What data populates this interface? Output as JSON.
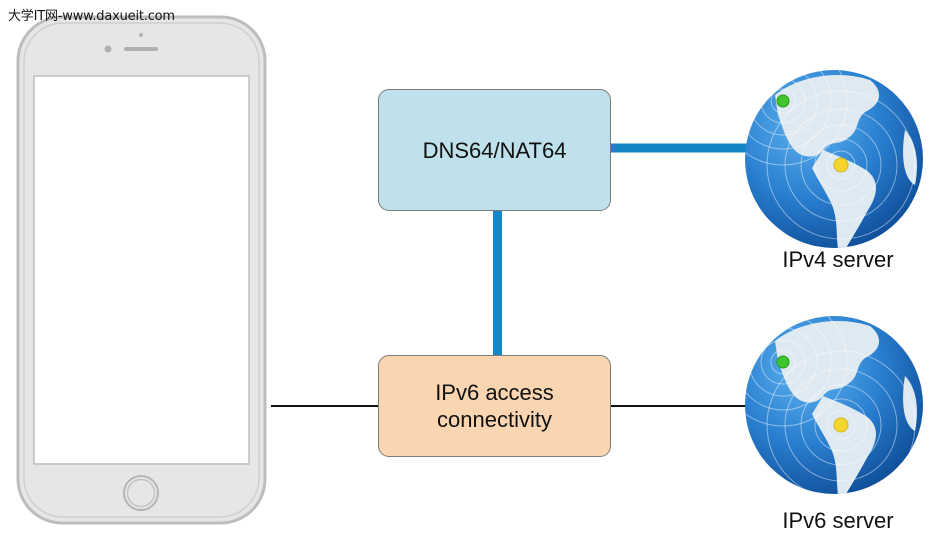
{
  "watermark": "大学IT网-www.daxueit.com",
  "diagram": {
    "device": "iPhone",
    "nodes": {
      "dns64_nat64": "DNS64/NAT64",
      "ipv6_access": "IPv6 access connectivity",
      "ipv6_access_line1": "IPv6 access",
      "ipv6_access_line2": "connectivity",
      "ipv4_server": "IPv4 server",
      "ipv6_server": "IPv6 server"
    },
    "edges": [
      {
        "from": "iPhone",
        "to": "IPv6 access connectivity",
        "style": "thin-black"
      },
      {
        "from": "IPv6 access connectivity",
        "to": "IPv6 server",
        "style": "thin-black"
      },
      {
        "from": "IPv6 access connectivity",
        "to": "DNS64/NAT64",
        "style": "thick-blue"
      },
      {
        "from": "DNS64/NAT64",
        "to": "IPv4 server",
        "style": "thick-blue"
      }
    ],
    "colors": {
      "dns_box": "#bfe1ec",
      "access_box": "#f9d6b1",
      "blue_link": "#1485c6",
      "black_link": "#111111",
      "phone_body": "#e6e6e6",
      "phone_outline": "#b5b5b5",
      "globe_ocean": "#2a7fd0",
      "globe_land": "#dfe9f1",
      "pin_green": "#3ec42c",
      "pin_yellow": "#f5d52b"
    }
  }
}
